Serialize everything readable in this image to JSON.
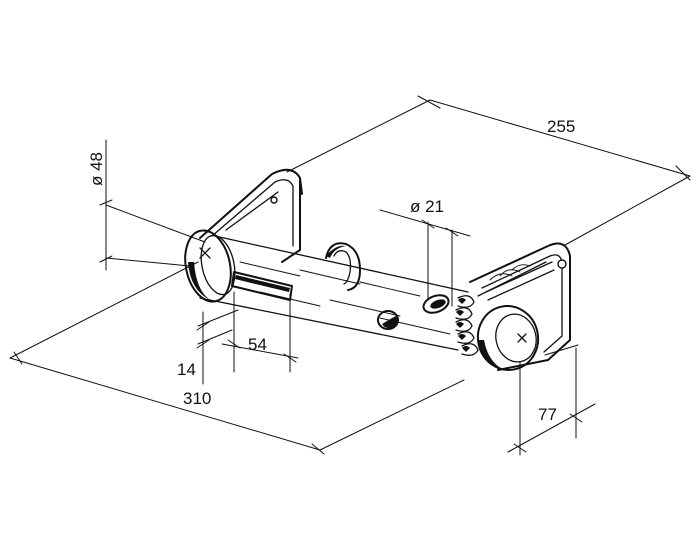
{
  "diagram": {
    "dimensions": {
      "length_overall": "255",
      "tube_diameter": "ø 48",
      "hole_diameter": "ø 21",
      "slot_length": "54",
      "slot_height": "14",
      "overall_width": "310",
      "bracket_depth": "77"
    }
  }
}
